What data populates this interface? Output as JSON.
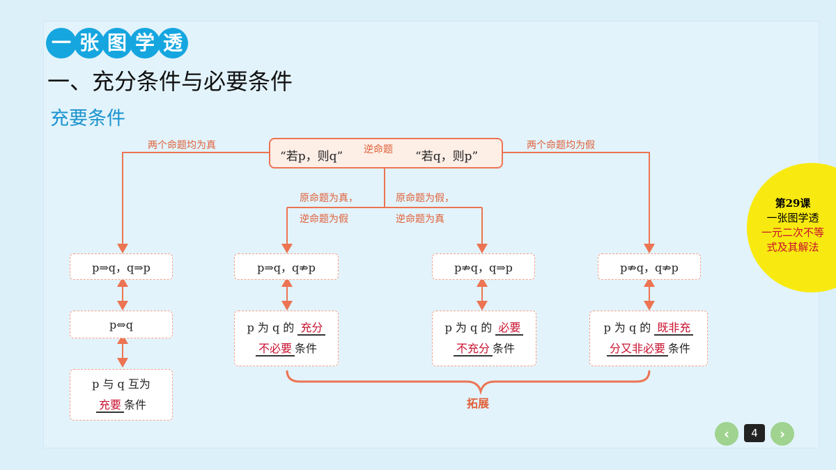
{
  "header": {
    "badge_chars": [
      "一",
      "张",
      "图",
      "学",
      "透"
    ],
    "section_title": "一、充分条件与必要条件",
    "subtitle": "充要条件"
  },
  "top": {
    "left": "“若p，则q”",
    "middle": "逆命题",
    "right": "“若q，则p”"
  },
  "labels": {
    "both_true": "两个命题均为真",
    "both_false": "两个命题均为假",
    "orig_true_line1": "原命题为真，",
    "orig_true_line2": "逆命题为假",
    "orig_false_line1": "原命题为假，",
    "orig_false_line2": "逆命题为真",
    "expand": "拓展"
  },
  "implications": {
    "a": "p⇒q，q⇒p",
    "b": "p⇒q，q⇏p",
    "c": "p⇏q，q⇒p",
    "d": "p⇏q，q⇏p",
    "equiv": "p⇔q"
  },
  "conclusions": {
    "mutual_prefix": "p 与 q 互为",
    "mutual_red": "充要",
    "mutual_suffix": "条件",
    "suff_prefix": "p 为 q 的",
    "suff_red1": "充分",
    "suff_red2": "不必要",
    "suff_suffix": "条件",
    "nec_prefix": "p 为 q 的",
    "nec_red1": "必要",
    "nec_red2": "不充分",
    "nec_suffix": "条件",
    "neither_prefix": "p 为 q 的",
    "neither_red1": "既非充",
    "neither_red2": "分又非必要",
    "neither_suffix": "条件"
  },
  "side": {
    "lesson": "第29课",
    "topic": "一张图学透",
    "course_line1": "一元二次不等",
    "course_line2": "式及其解法"
  },
  "nav": {
    "prev": "‹",
    "next": "›",
    "page": "4"
  },
  "colors": {
    "accent": "#16a6df",
    "orange": "#e0613a",
    "red": "#c8102e",
    "yellow": "#f8ea10"
  }
}
